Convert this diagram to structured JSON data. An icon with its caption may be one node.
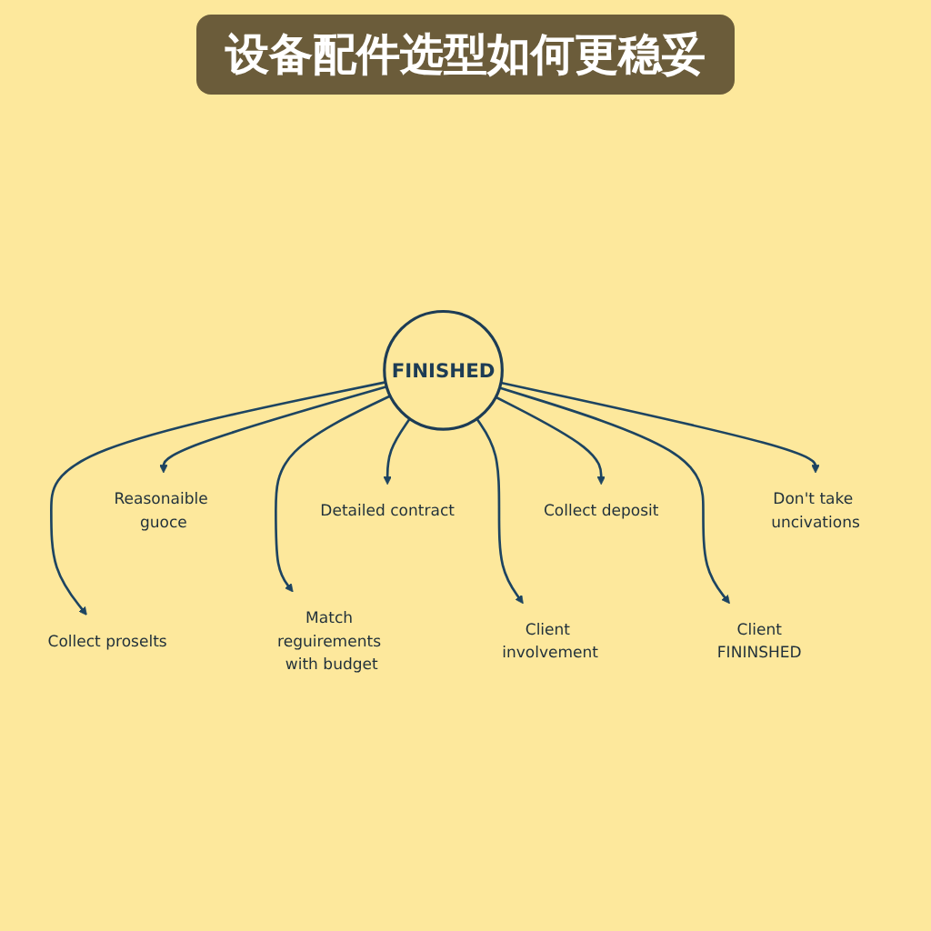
{
  "diagram": {
    "title": "设备配件选型如何更稳妥",
    "nodes": [
      {
        "text": [
          "FINISHED"
        ]
      },
      {
        "text": [
          "Reasonaible guoce"
        ]
      },
      {
        "text": [
          "Detailed contract"
        ]
      },
      {
        "text": [
          "Collect deposit"
        ]
      },
      {
        "text": [
          "Don't take uncivations"
        ]
      },
      {
        "text": [
          "Collect proselts"
        ]
      },
      {
        "text": [
          "Match reguirements with budget"
        ]
      },
      {
        "text": [
          "Client involvement"
        ]
      },
      {
        "text": [
          "Client",
          "FININSHED"
        ]
      }
    ],
    "edges": [
      {
        "from": 0,
        "to": 1,
        "arrow": "to"
      },
      {
        "from": 0,
        "to": 2,
        "arrow": "to"
      },
      {
        "from": 0,
        "to": 3,
        "arrow": "to"
      },
      {
        "from": 0,
        "to": 4,
        "arrow": "to"
      },
      {
        "from": 0,
        "to": 5,
        "arrow": "to"
      },
      {
        "from": 0,
        "to": 6,
        "arrow": "to"
      },
      {
        "from": 0,
        "to": 7,
        "arrow": "to"
      },
      {
        "from": 0,
        "to": 8,
        "arrow": "to"
      }
    ]
  }
}
